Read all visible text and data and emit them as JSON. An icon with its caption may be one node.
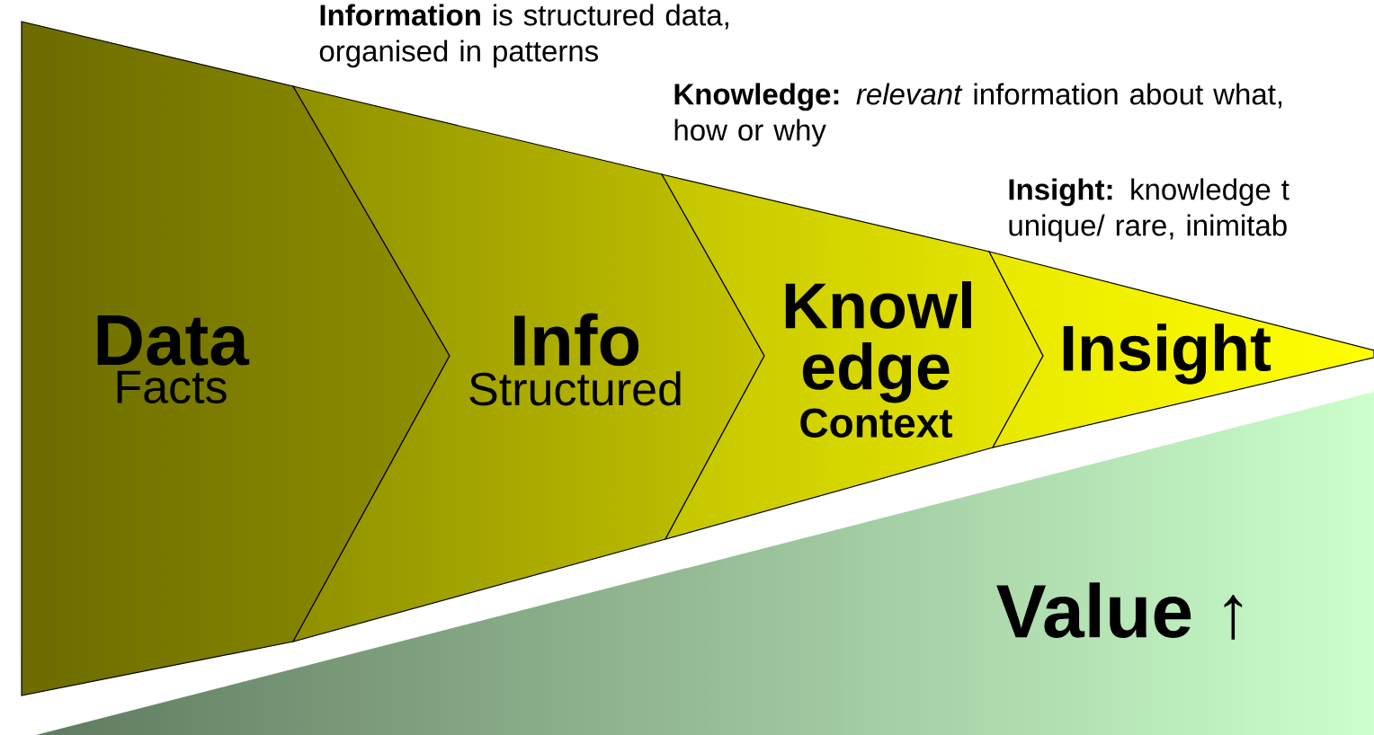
{
  "diagram": {
    "nodes": [
      {
        "text": [
          "Data",
          "Facts"
        ]
      },
      {
        "text": [
          "Info",
          "Structured"
        ]
      },
      {
        "text": [
          "Knowl edge",
          "Context"
        ]
      },
      {
        "text": [
          "Insight"
        ]
      },
      {
        "text": [
          "Value ↑"
        ]
      }
    ],
    "labels": [
      "**Information** is structured data, organised in patterns",
      "**Knowledge:** *relevant* information about what, how or why",
      "**Insight:** knowledge t unique/ rare, inimitab"
    ]
  }
}
